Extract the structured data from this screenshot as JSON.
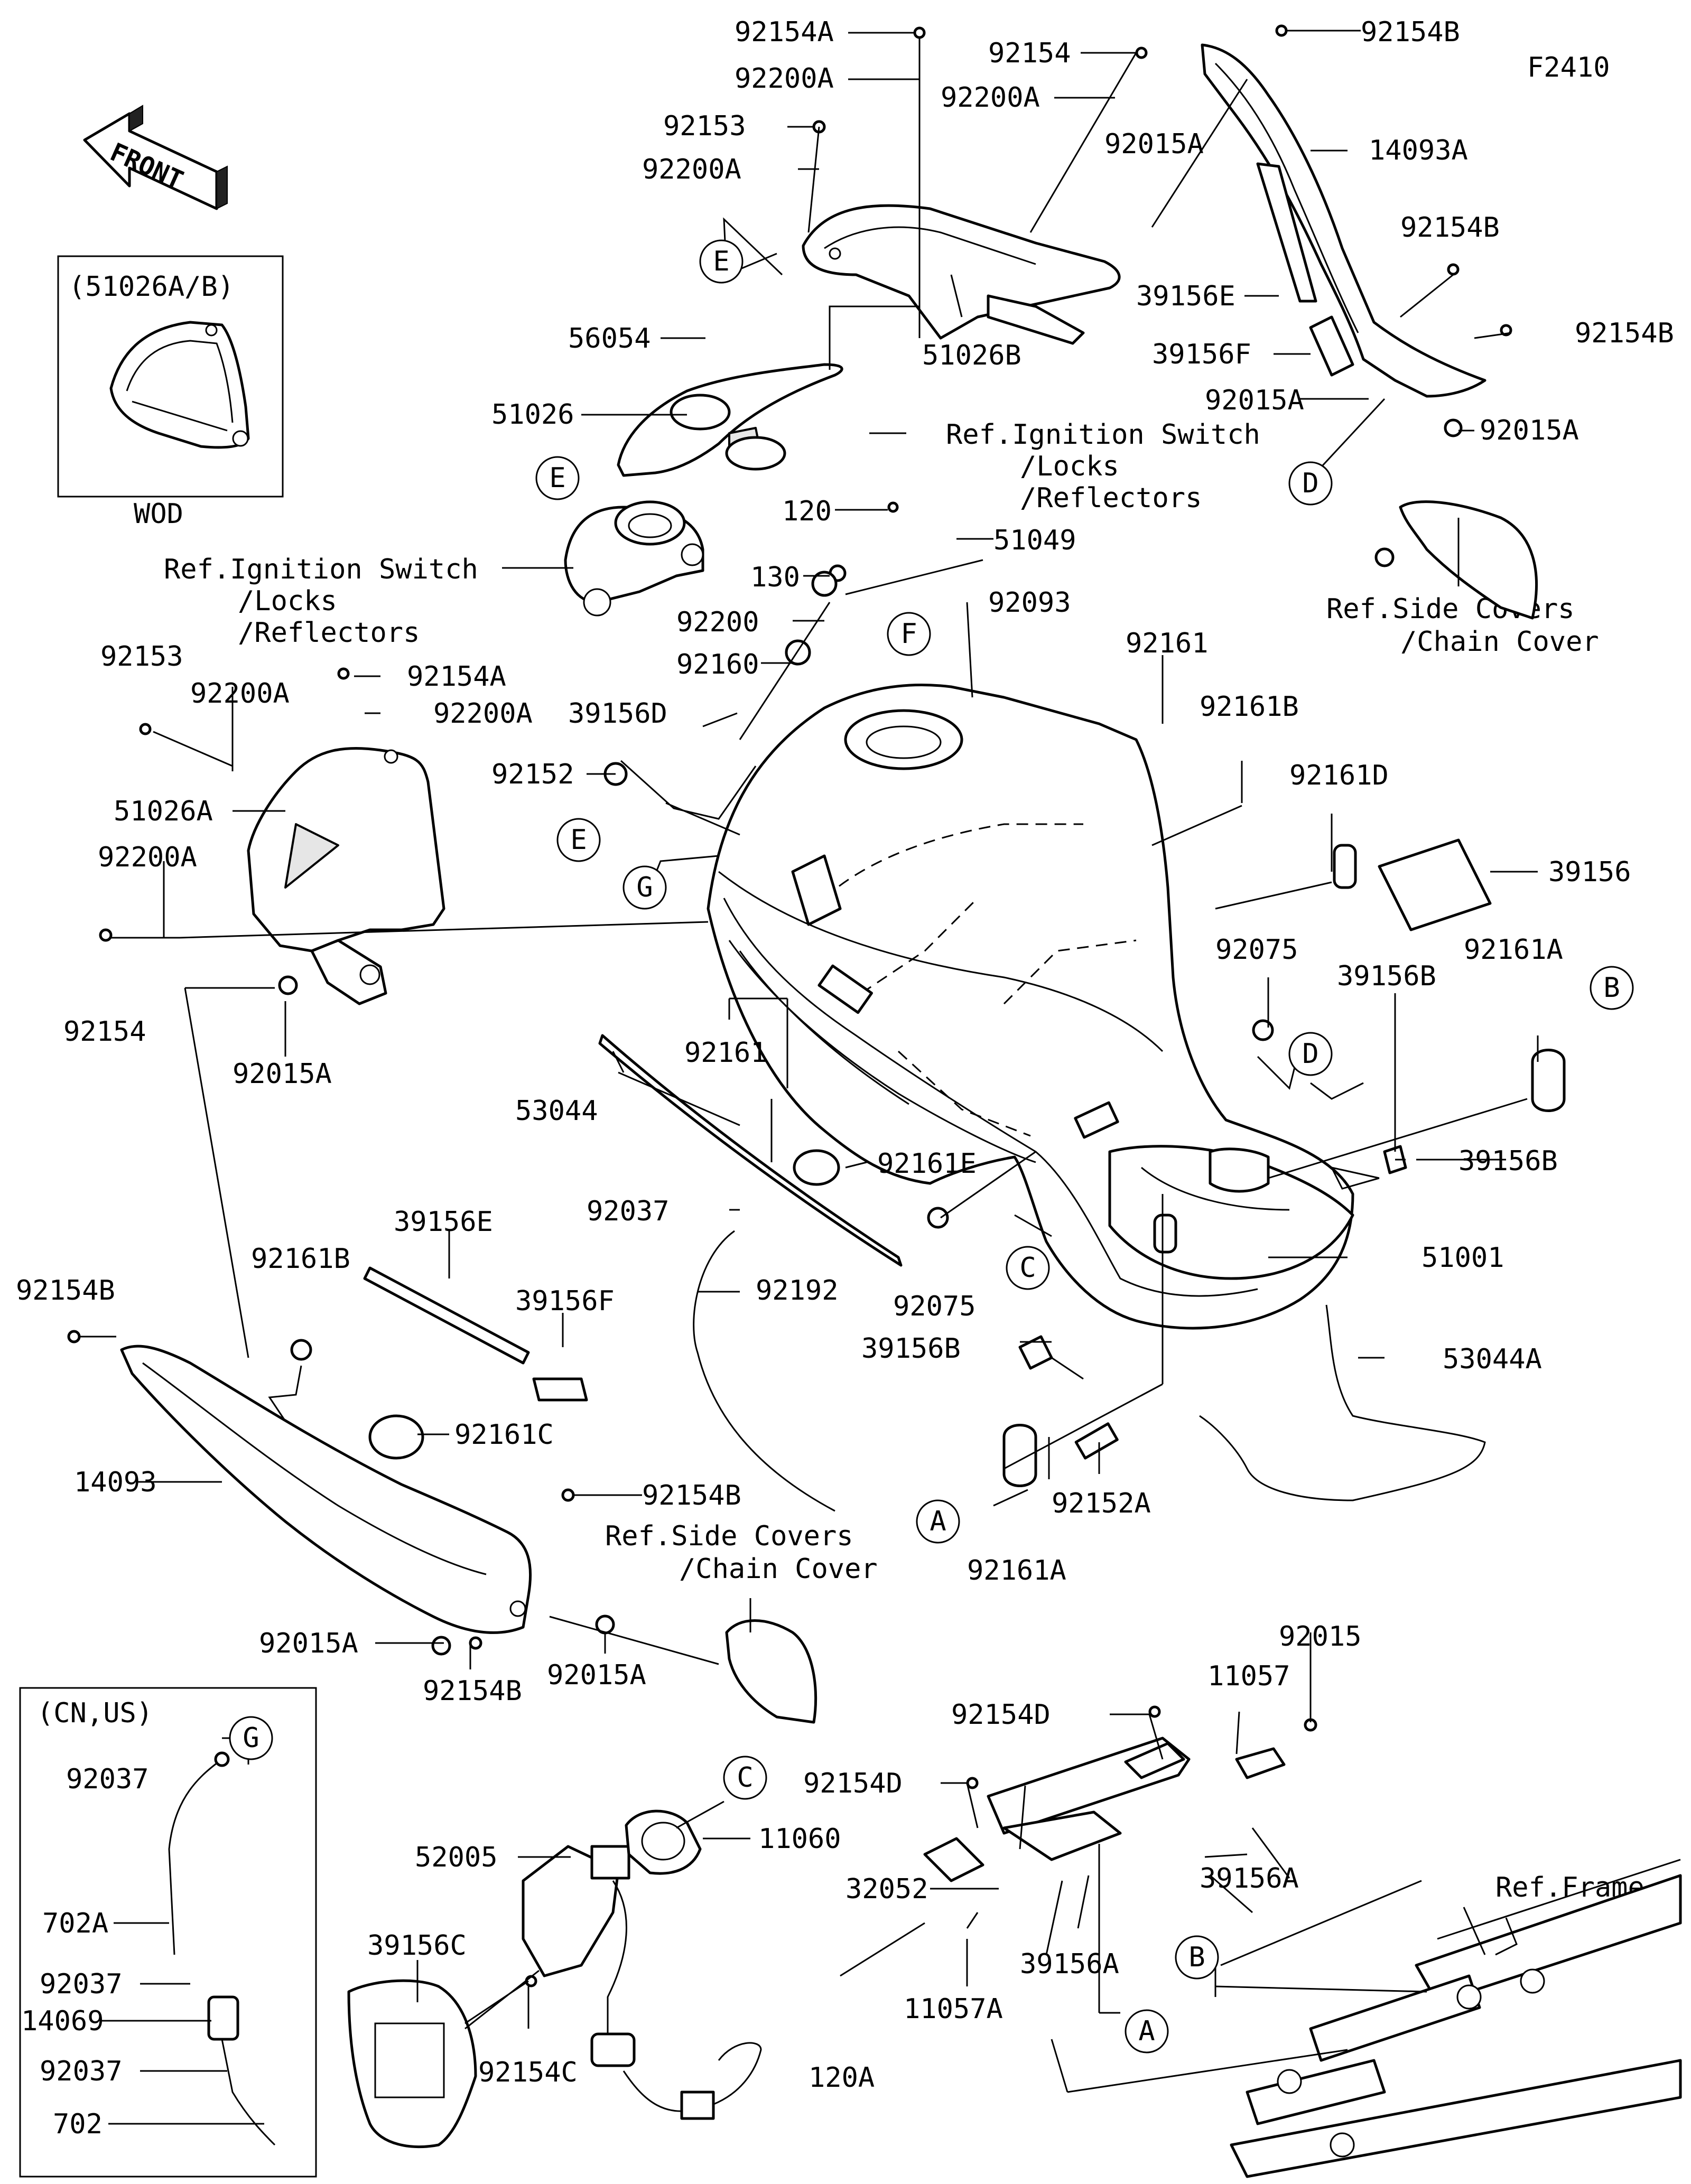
{
  "figure_code": "F2410",
  "front_arrow": "FRONT",
  "insets": {
    "wod": {
      "variant": "(51026A/B)",
      "caption": "WOD"
    },
    "cnus": {
      "variant": "(CN,US)"
    }
  },
  "refs": {
    "ignition_top": [
      "Ref.Ignition Switch",
      "/Locks",
      "/Reflectors"
    ],
    "ignition_left": [
      "Ref.Ignition Switch",
      "/Locks",
      "/Reflectors"
    ],
    "side_covers_right": [
      "Ref.Side Covers",
      "/Chain Cover"
    ],
    "side_covers_mid": [
      "Ref.Side Covers",
      "/Chain Cover"
    ],
    "frame": "Ref.Frame"
  },
  "callouts": [
    "A",
    "B",
    "C",
    "D",
    "E",
    "F",
    "G"
  ],
  "parts": [
    "92154A",
    "92200A",
    "92154",
    "92200A",
    "92154B",
    "92153",
    "92200A",
    "92015A",
    "14093A",
    "51026B",
    "56054",
    "51026",
    "39156E",
    "39156F",
    "92154B",
    "92154B",
    "92015A",
    "92015A",
    "120",
    "51049",
    "130",
    "92093",
    "92200",
    "92160",
    "92153",
    "92200A",
    "92154A",
    "92200A",
    "39156D",
    "51026A",
    "92152",
    "92161",
    "92161B",
    "92161D",
    "39156",
    "92200A",
    "92154",
    "92015A",
    "92075",
    "92161A",
    "39156B",
    "53044",
    "92161",
    "92161E",
    "39156B",
    "92037",
    "92192",
    "92075",
    "51001",
    "39156E",
    "39156F",
    "92161B",
    "92154B",
    "39156B",
    "53044A",
    "92161C",
    "14093",
    "92152A",
    "92161A",
    "92154B",
    "92015A",
    "92154B",
    "92015A",
    "11057",
    "92015",
    "92154D",
    "92154D",
    "32052",
    "39156A",
    "39156A",
    "11057A",
    "120A",
    "52005",
    "11060",
    "39156C",
    "92154C",
    "92037",
    "702A",
    "92037",
    "14069",
    "92037",
    "702"
  ]
}
